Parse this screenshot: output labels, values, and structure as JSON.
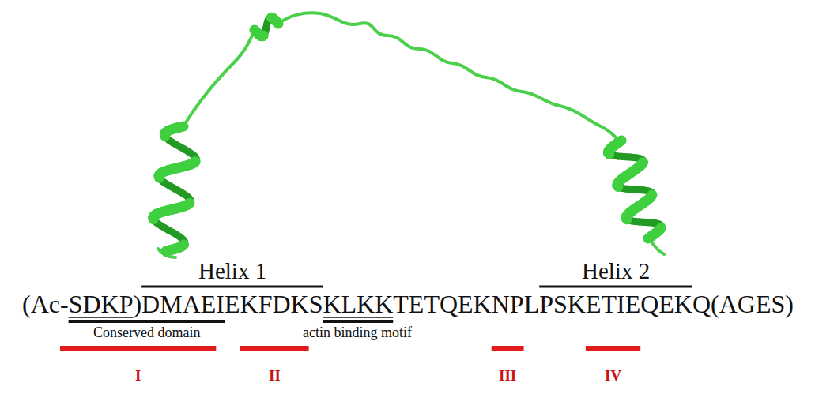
{
  "diagram": {
    "labels": [
      "Helix 1",
      "Helix 2",
      "(Ac-SDKP)DMAEIEKFDKSKLKKTETQEKNPLPSKETIEQEKQ(AGES)",
      "Conserved domain",
      "actin binding motif",
      "I",
      "II",
      "III",
      "IV"
    ]
  }
}
